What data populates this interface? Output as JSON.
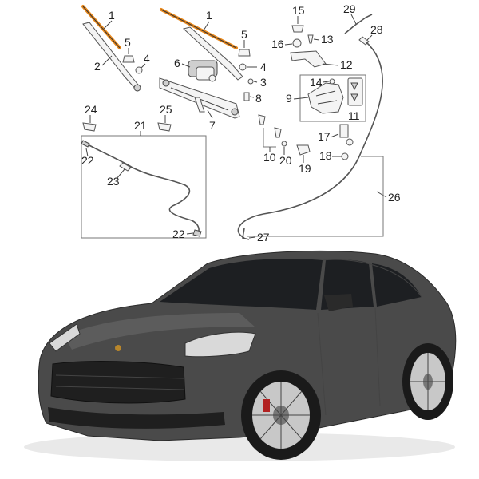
{
  "diagram": {
    "callouts": {
      "c1a": "1",
      "c1b": "1",
      "c2": "2",
      "c3": "3",
      "c4a": "4",
      "c4b": "4",
      "c5a": "5",
      "c5b": "5",
      "c6": "6",
      "c7": "7",
      "c8": "8",
      "c9": "9",
      "c10": "10",
      "c11": "11",
      "c12": "12",
      "c13": "13",
      "c14": "14",
      "c15": "15",
      "c16": "16",
      "c17": "17",
      "c18": "18",
      "c19": "19",
      "c20": "20",
      "c21": "21",
      "c22a": "22",
      "c22b": "22",
      "c23": "23",
      "c24": "24",
      "c25": "25",
      "c26": "26",
      "c27": "27",
      "c28": "28",
      "c29": "29"
    },
    "colors": {
      "blade": "#e8871a",
      "car_body": "#4a4a4a",
      "car_dark": "#2a2a2a",
      "window": "#1d1f22",
      "light": "#d9d9d9",
      "logo": "#b8862b"
    }
  }
}
